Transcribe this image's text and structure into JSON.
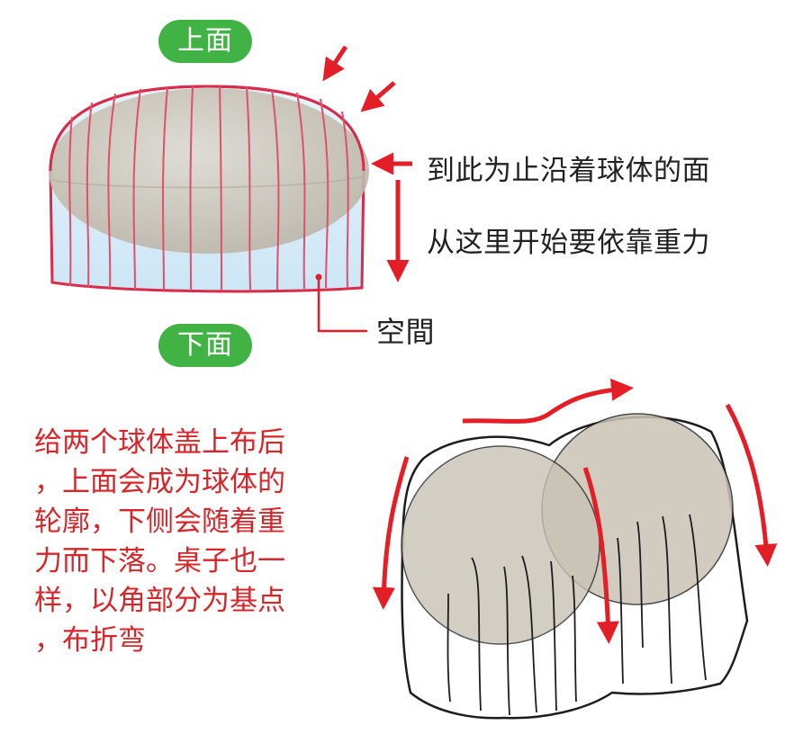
{
  "top_label": "上面",
  "bottom_label": "下面",
  "annotation_sphere": "到此为止沿着球体的面",
  "annotation_gravity": "从这里开始要依靠重力",
  "annotation_space": "空間",
  "description_lines": [
    "给两个球体盖上布后",
    "，上面会成为球体的",
    "轮廓，下侧会随着重",
    "力而下落。桌子也一",
    "样，以角部分为基点",
    "，布折弯"
  ],
  "colors": {
    "pill_green": "#41b345",
    "accent_red": "#d6262a",
    "arrow_red": "#e41e26",
    "sphere_gray": "#c9c3b6",
    "space_blue": "#d4ebf8"
  }
}
